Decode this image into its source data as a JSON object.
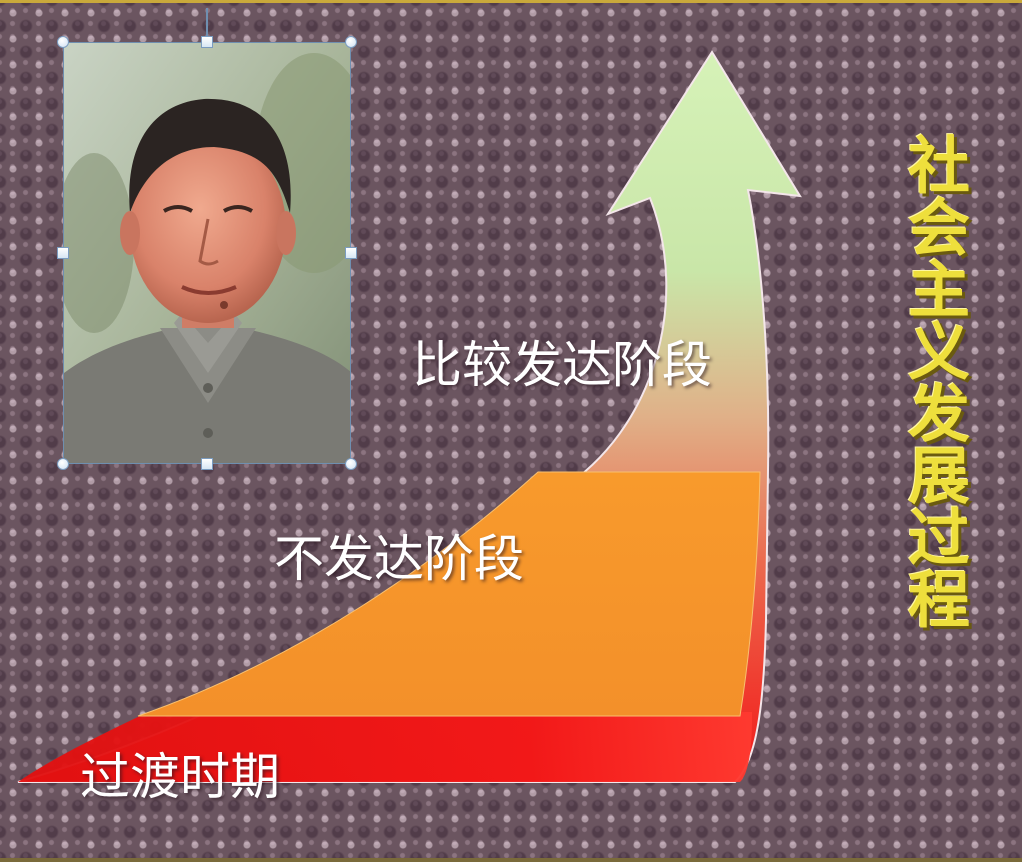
{
  "slide": {
    "title": "社会主义发展过程",
    "stages": [
      {
        "label": "过渡时期"
      },
      {
        "label": "不发达阶段"
      },
      {
        "label": "比较发达阶段"
      }
    ]
  },
  "photo": {
    "selected": true
  },
  "colors": {
    "title": "#eedf3c",
    "stage_transition": "#f01a1a",
    "stage_underdeveloped": "#f7962b",
    "arrow_top": "#d4f0b4",
    "background": "#6b5560"
  }
}
